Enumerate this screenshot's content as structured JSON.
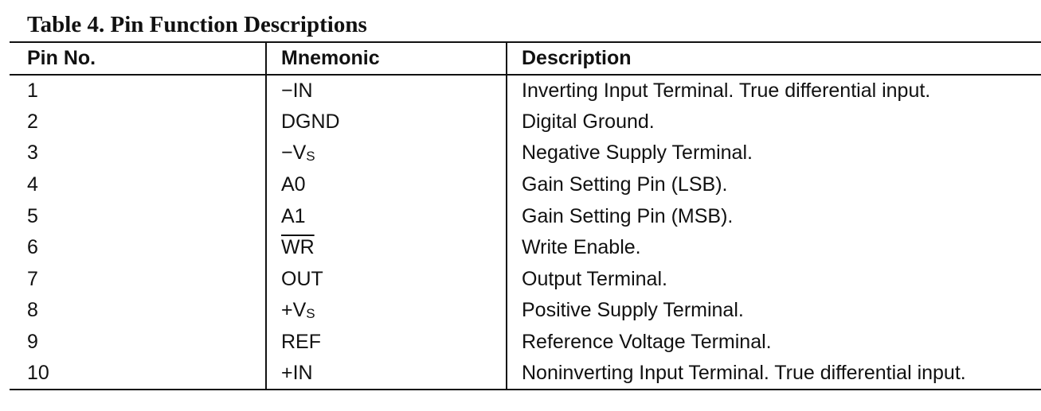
{
  "table": {
    "title": "Table 4. Pin Function Descriptions",
    "headers": {
      "pin": "Pin No.",
      "mnemonic": "Mnemonic",
      "description": "Description"
    },
    "rows": [
      {
        "pin": "1",
        "mnemonic": "−IN",
        "mnemonic_sub": "",
        "overbar": false,
        "description": "Inverting Input Terminal. True differential input."
      },
      {
        "pin": "2",
        "mnemonic": "DGND",
        "mnemonic_sub": "",
        "overbar": false,
        "description": "Digital Ground."
      },
      {
        "pin": "3",
        "mnemonic": "−V",
        "mnemonic_sub": "S",
        "overbar": false,
        "description": "Negative Supply Terminal."
      },
      {
        "pin": "4",
        "mnemonic": "A0",
        "mnemonic_sub": "",
        "overbar": false,
        "description": "Gain Setting Pin (LSB)."
      },
      {
        "pin": "5",
        "mnemonic": "A1",
        "mnemonic_sub": "",
        "overbar": false,
        "description": "Gain Setting Pin (MSB)."
      },
      {
        "pin": "6",
        "mnemonic": "WR",
        "mnemonic_sub": "",
        "overbar": true,
        "description": "Write Enable."
      },
      {
        "pin": "7",
        "mnemonic": "OUT",
        "mnemonic_sub": "",
        "overbar": false,
        "description": "Output Terminal."
      },
      {
        "pin": "8",
        "mnemonic": "+V",
        "mnemonic_sub": "S",
        "overbar": false,
        "description": "Positive Supply Terminal."
      },
      {
        "pin": "9",
        "mnemonic": "REF",
        "mnemonic_sub": "",
        "overbar": false,
        "description": "Reference Voltage Terminal."
      },
      {
        "pin": "10",
        "mnemonic": "+IN",
        "mnemonic_sub": "",
        "overbar": false,
        "description": "Noninverting Input Terminal. True differential input."
      }
    ]
  }
}
